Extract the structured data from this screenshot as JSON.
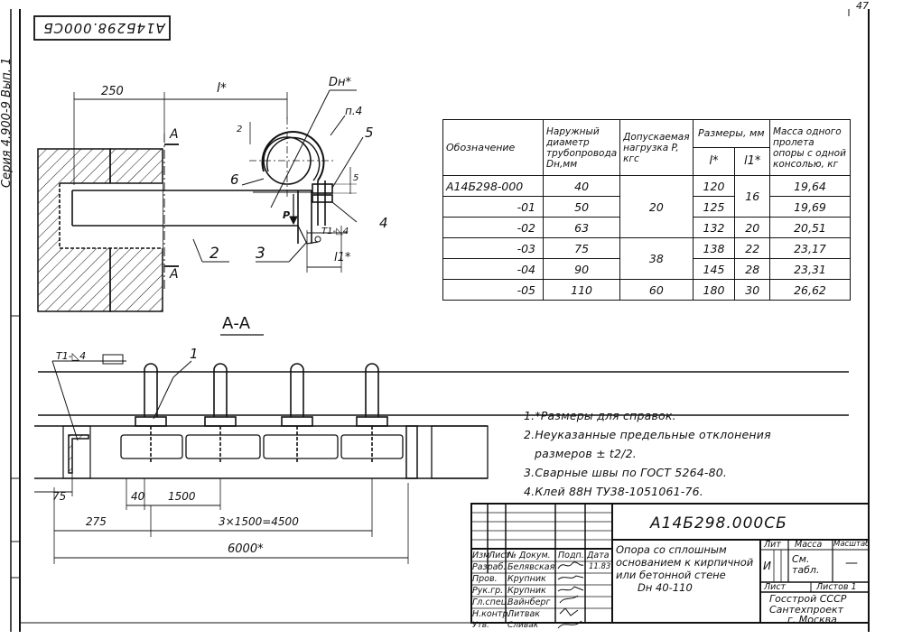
{
  "page": {
    "page_number": "47",
    "doc_code_rotated": "А14Б298.000СБ",
    "series": "Серия 4.900-9 Вып. 1"
  },
  "drawing": {
    "dim_250": "250",
    "dim_l": "l*",
    "dim_dn": "Dн*",
    "dim_2": "2",
    "dim_5": "5",
    "dim_l1": "l1*",
    "section_A_top": "А",
    "section_A_bottom": "А",
    "callout_1": "1",
    "callout_2": "2",
    "callout_3": "3",
    "callout_4": "4",
    "callout_5": "5",
    "callout_6": "6",
    "callout_p4": "п.4",
    "load_P": "P",
    "weld_top": "Т1-◺4",
    "section_title": "А-А",
    "weld_section": "Т1-◺4",
    "dim_75": "75",
    "dim_40": "40",
    "dim_1500": "1500",
    "dim_275": "275",
    "dim_3x1500": "3×1500=4500",
    "dim_6000": "6000*"
  },
  "spec_table": {
    "headers": {
      "designation": "Обозначение",
      "outer_diameter": "Наружный диаметр трубопровода Dн,мм",
      "load": "Допускаемая нагрузка P, кгс",
      "sizes": "Размеры, мм",
      "l": "l*",
      "l1": "l1*",
      "mass": "Масса одного пролета опоры с одной консолью, кг"
    },
    "rows": [
      {
        "designation": "А14Б298-000",
        "diameter": "40",
        "l": "120",
        "mass": "19,64"
      },
      {
        "designation": "-01",
        "diameter": "50",
        "l": "125",
        "mass": "19,69"
      },
      {
        "designation": "-02",
        "diameter": "63",
        "l": "132",
        "mass": "20,51"
      },
      {
        "designation": "-03",
        "diameter": "75",
        "l": "138",
        "mass": "23,17"
      },
      {
        "designation": "-04",
        "diameter": "90",
        "l": "145",
        "mass": "23,31"
      },
      {
        "designation": "-05",
        "diameter": "110",
        "l": "180",
        "mass": "26,62"
      }
    ],
    "load_groups": [
      "20",
      "38",
      "60"
    ],
    "l1_groups": [
      "16",
      "20",
      "22",
      "28",
      "30"
    ]
  },
  "notes": [
    "1.*Размеры для справок.",
    "2.Неуказанные предельные отклонения",
    "размеров ± t2/2.",
    "3.Сварные швы по ГОСТ 5264-80.",
    "4.Клей 88Н ТУ38-1051061-76."
  ],
  "title_block": {
    "code": "А14Б298.000СБ",
    "name_lines": [
      "Опора со сплошным",
      "основанием к кирпичной",
      "или бетонной стене",
      "Dн 40-110"
    ],
    "header_cols": [
      "Изм",
      "Лист",
      "№ Докум.",
      "Подп.",
      "Дата"
    ],
    "roles": [
      {
        "role": "Разраб.",
        "name": "Белявская",
        "date": "11.83"
      },
      {
        "role": "Пров.",
        "name": "Крупник"
      },
      {
        "role": "Рук.гр.",
        "name": "Крупник"
      },
      {
        "role": "Гл.спец.",
        "name": "Вайнберг"
      },
      {
        "role": "Н.контр.",
        "name": "Литвак"
      },
      {
        "role": "Утв.",
        "name": "Сливак"
      }
    ],
    "lit_label": "Лит",
    "mass_label": "Масса",
    "scale_label": "Масштаб",
    "lit_value": "И",
    "mass_value": "См. табл.",
    "scale_value": "—",
    "sheet_label": "Лист",
    "sheets_label": "Листов 1",
    "org_lines": [
      "Госстрой СССР",
      "Сантехпроект",
      "г. Москва"
    ]
  }
}
